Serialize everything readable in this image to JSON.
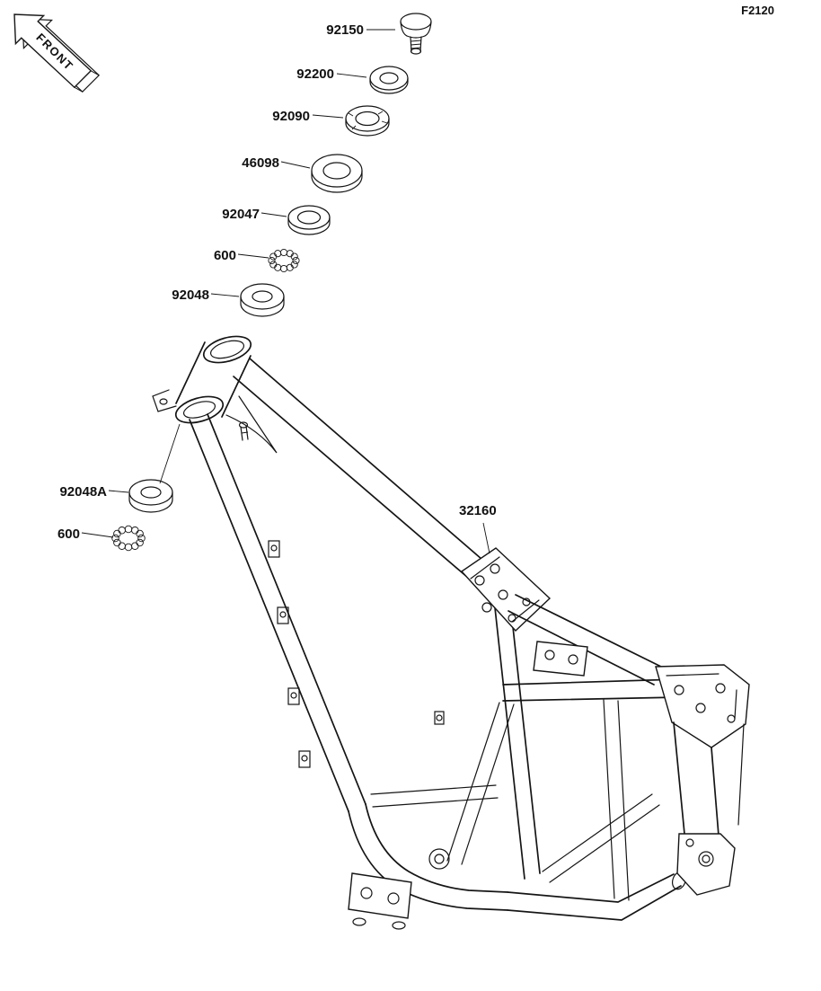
{
  "page": {
    "ref_code": "F2120"
  },
  "front_marker": {
    "label": "FRONT"
  },
  "parts": {
    "cap_bolt": "92150",
    "washer": "92200",
    "stem_nut": "92090",
    "dust_seal": "46098",
    "race_upper": "92047",
    "balls_upper": "600",
    "bearing_upper": "92048",
    "bearing_lower": "92048A",
    "balls_lower": "600",
    "frame": "32160"
  }
}
